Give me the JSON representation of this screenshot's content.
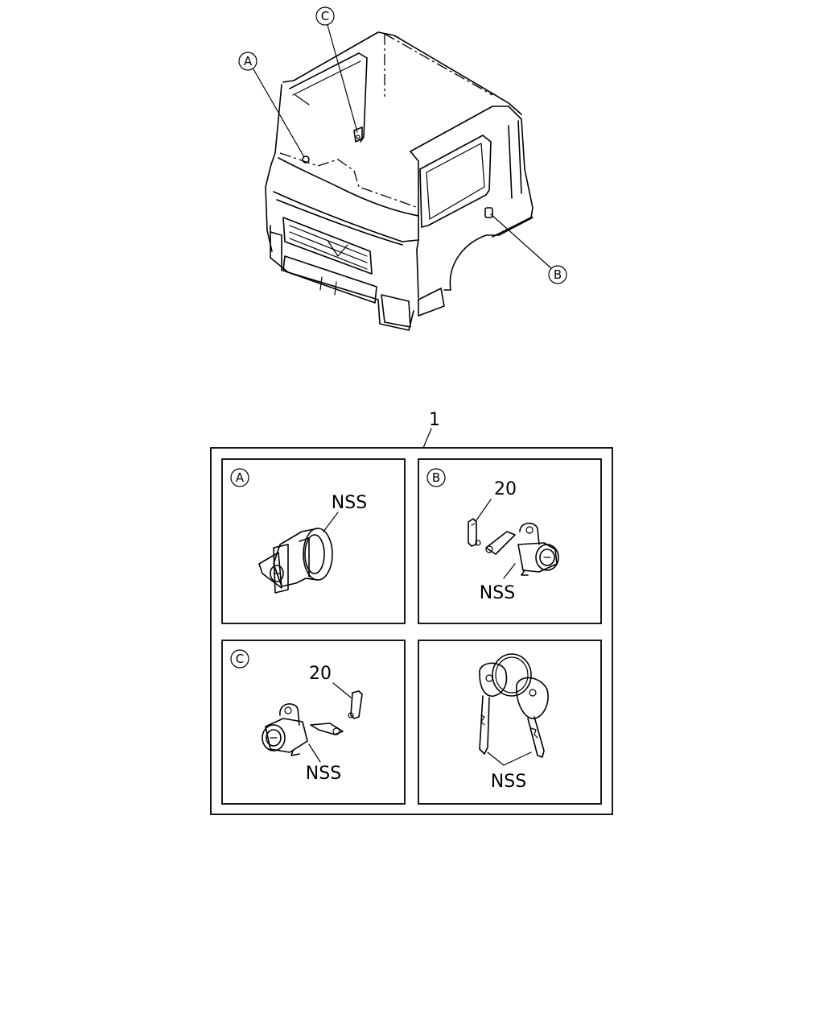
{
  "callouts": {
    "a": "A",
    "b": "B",
    "c": "C"
  },
  "kit": {
    "number": "1",
    "panels": [
      {
        "letter": "A",
        "labels": [
          "NSS"
        ]
      },
      {
        "letter": "B",
        "labels": [
          "20",
          "NSS"
        ]
      },
      {
        "letter": "C",
        "labels": [
          "20",
          "NSS"
        ]
      },
      {
        "letter": "",
        "labels": [
          "NSS"
        ]
      }
    ]
  },
  "icons": {
    "a": "door-lock-cylinder-icon",
    "b": "side-lock-with-lever-icon",
    "c": "side-lock-with-lever-icon",
    "d": "key-ring-icon"
  }
}
